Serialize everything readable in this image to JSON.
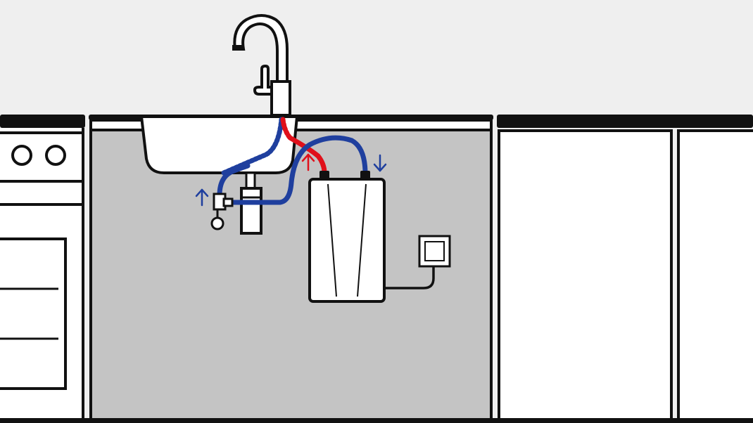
{
  "colors": {
    "wall": "#efefef",
    "cabinet_interior": "#c4c4c4",
    "outline": "#111111",
    "cold_water": "#1f3f9e",
    "hot_water": "#e0101a",
    "surface": "#ffffff"
  },
  "icons": {
    "faucet": "mixer-tap-icon",
    "heater": "under-sink-water-heater-icon",
    "socket": "power-socket-icon",
    "angle_valve": "angle-valve-icon",
    "siphon": "sink-siphon-icon"
  },
  "flow_arrows": [
    {
      "direction": "up",
      "color": "cold_water"
    },
    {
      "direction": "up",
      "color": "hot_water"
    },
    {
      "direction": "down",
      "color": "cold_water"
    }
  ]
}
